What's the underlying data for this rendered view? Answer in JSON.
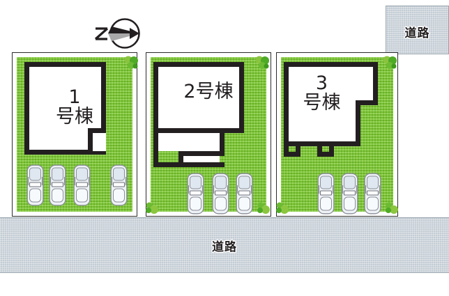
{
  "title": "区画図",
  "compass": {
    "direction_label": "N",
    "icon": "compass-north-arrow"
  },
  "roads": [
    {
      "id": "road-top",
      "label": "道路",
      "position": "top-right"
    },
    {
      "id": "road-bottom",
      "label": "道路",
      "position": "bottom"
    }
  ],
  "plots": [
    {
      "id": "plot-1",
      "building_label": "1\n号棟",
      "building_number": "1",
      "parking_spaces": 4,
      "parking_icons": [
        "car-icon",
        "car-icon",
        "car-icon",
        "car-icon"
      ],
      "shrubs": [
        "shrub-icon",
        "shrub-icon"
      ]
    },
    {
      "id": "plot-2",
      "building_label": "2号棟",
      "building_number": "2",
      "parking_spaces": 3,
      "parking_icons": [
        "car-icon",
        "car-icon",
        "car-icon"
      ],
      "shrubs": [
        "shrub-icon",
        "shrub-icon",
        "shrub-icon"
      ]
    },
    {
      "id": "plot-3",
      "building_label": "3\n号棟",
      "building_number": "3",
      "parking_spaces": 3,
      "parking_icons": [
        "car-icon",
        "car-icon",
        "car-icon"
      ],
      "shrubs": [
        "shrub-icon",
        "shrub-icon",
        "shrub-icon"
      ]
    }
  ],
  "colors": {
    "lawn_green": "#7dc832",
    "road_gray": "#c3ccd4",
    "outline_dark": "#231f20",
    "house_fill": "#ffffff",
    "shrub_green": "#5bb32b",
    "car_body": "#eef2f7"
  }
}
